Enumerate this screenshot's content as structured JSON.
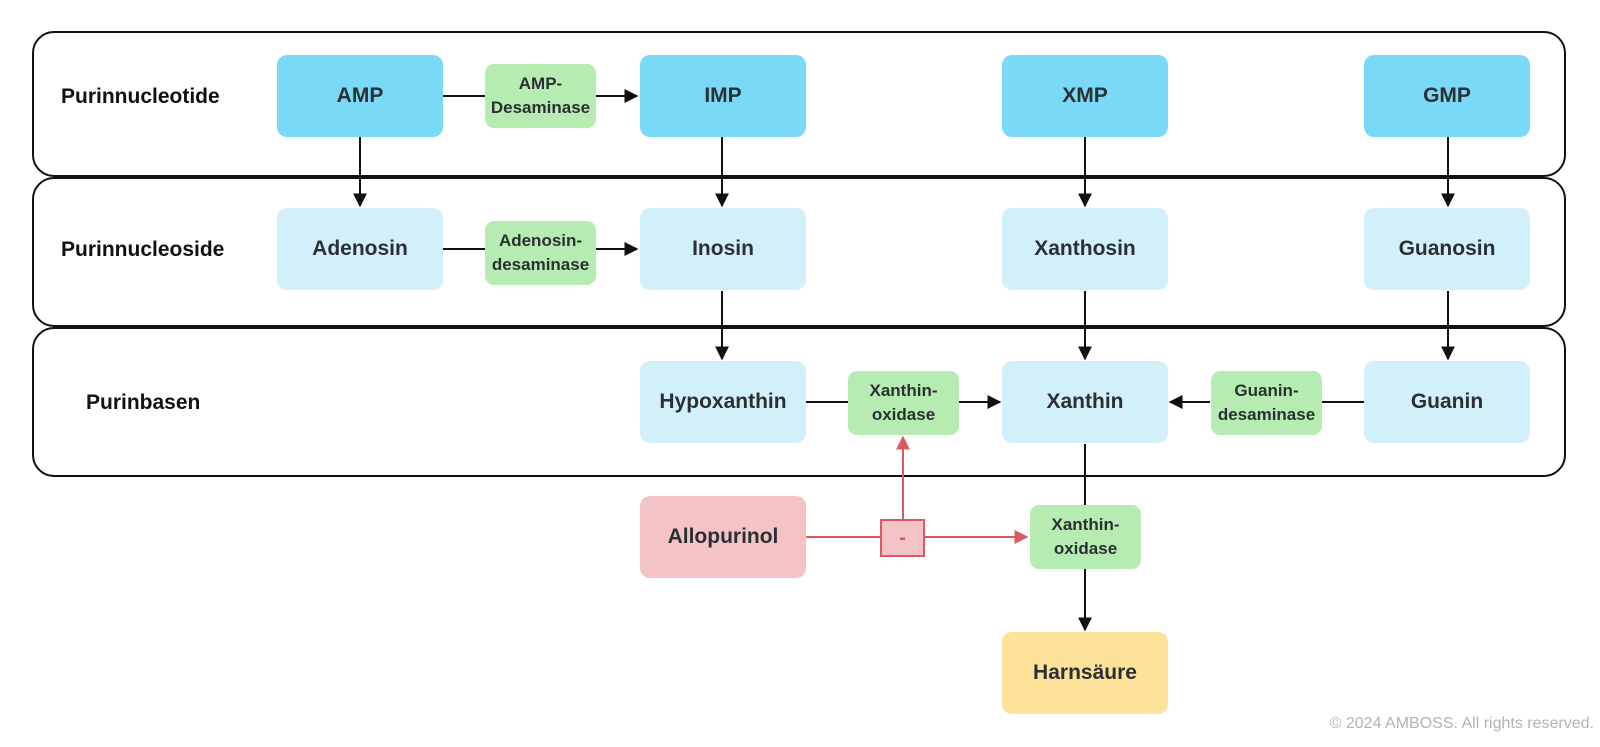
{
  "bands": {
    "nucleotides": "Purinnucleotide",
    "nucleosides": "Purinnucleoside",
    "bases": "Purinbasen"
  },
  "nodes": {
    "amp": "AMP",
    "imp": "IMP",
    "xmp": "XMP",
    "gmp": "GMP",
    "adenosin": "Adenosin",
    "inosin": "Inosin",
    "xanthosin": "Xanthosin",
    "guanosin": "Guanosin",
    "hypoxanthin": "Hypoxanthin",
    "xanthin": "Xanthin",
    "guanin": "Guanin",
    "allopurinol": "Allopurinol",
    "harnsaeure": "Harnsäure"
  },
  "enzymes": {
    "amp_desaminase": "AMP-\nDesaminase",
    "adenosin_desaminase": "Adenosin-\ndesaminase",
    "xanthinoxidase_1": "Xanthin-\noxidase",
    "guanin_desaminase": "Guanin-\ndesaminase",
    "xanthinoxidase_2": "Xanthin-\noxidase"
  },
  "inhibition_symbol": "-",
  "colors": {
    "nucleotide": "#79d9f6",
    "nucleoside_base": "#d2f0fa",
    "enzyme": "#b6ecb1",
    "inhibitor": "#f4c3c5",
    "inhibition_line": "#d95a60",
    "product": "#fde399"
  },
  "footer": {
    "copyright": "© 2024 AMBOSS. All rights reserved."
  }
}
